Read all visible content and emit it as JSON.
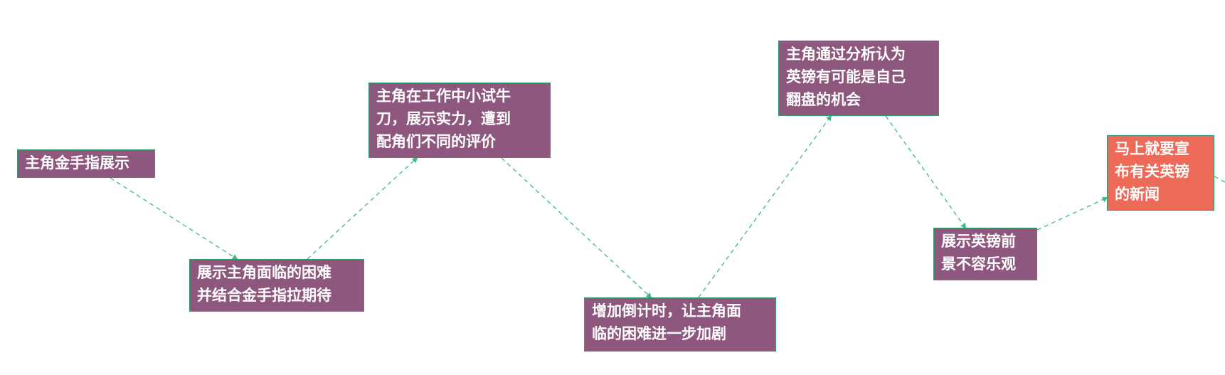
{
  "colors": {
    "node_fill": "#8e587e",
    "accent_fill": "#ee6a58",
    "node_border": "#2d9b6a",
    "connector": "#3dba7e",
    "text": "#ffffff"
  },
  "nodes": [
    {
      "id": "n1",
      "label": "主角金手指展示"
    },
    {
      "id": "n2",
      "label": "展示主角面临的困难\n并结合金手指拉期待"
    },
    {
      "id": "n3",
      "label": "主角在工作中小试牛\n刀，展示实力，遭到\n配角们不同的评价"
    },
    {
      "id": "n4",
      "label": "增加倒计时，让主角面\n临的困难进一步加剧"
    },
    {
      "id": "n5",
      "label": "主角通过分析认为\n英镑有可能是自己\n翻盘的机会"
    },
    {
      "id": "n6",
      "label": "展示英镑前\n景不容乐观"
    },
    {
      "id": "n7",
      "label": "马上就要宣\n布有关英镑\n的新闻"
    }
  ],
  "edges": [
    {
      "from": "n1",
      "to": "n2",
      "style": "dashed"
    },
    {
      "from": "n2",
      "to": "n3",
      "style": "dashed"
    },
    {
      "from": "n3",
      "to": "n4",
      "style": "dashed"
    },
    {
      "from": "n4",
      "to": "n5",
      "style": "dashed"
    },
    {
      "from": "n5",
      "to": "n6",
      "style": "dashed"
    },
    {
      "from": "n6",
      "to": "n7",
      "style": "dashed"
    },
    {
      "from": "n7",
      "to": "offscreen-right",
      "style": "dashed"
    }
  ]
}
